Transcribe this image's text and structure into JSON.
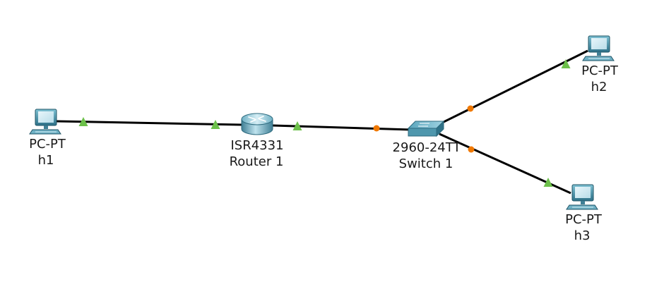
{
  "colors": {
    "background": "#ffffff",
    "link": "#000000",
    "port_up": "#6cc04a",
    "port_pending": "#f07800",
    "device_teal": "#4f97ad"
  },
  "devices": {
    "h1": {
      "model": "PC-PT",
      "name": "h1",
      "icon": "pc-icon"
    },
    "router1": {
      "model": "ISR4331",
      "name": "Router 1",
      "icon": "router-icon"
    },
    "switch1": {
      "model": "2960-24TT",
      "name": "Switch 1",
      "icon": "switch-icon"
    },
    "h2": {
      "model": "PC-PT",
      "name": "h2",
      "icon": "pc-icon"
    },
    "h3": {
      "model": "PC-PT",
      "name": "h3",
      "icon": "pc-icon"
    }
  },
  "links": [
    {
      "from": "h1",
      "to": "router1",
      "from_state": "up",
      "to_state": "up"
    },
    {
      "from": "router1",
      "to": "switch1",
      "from_state": "up",
      "to_state": "pending"
    },
    {
      "from": "switch1",
      "to": "h2",
      "from_state": "pending",
      "to_state": "up"
    },
    {
      "from": "switch1",
      "to": "h3",
      "from_state": "pending",
      "to_state": "up"
    }
  ]
}
